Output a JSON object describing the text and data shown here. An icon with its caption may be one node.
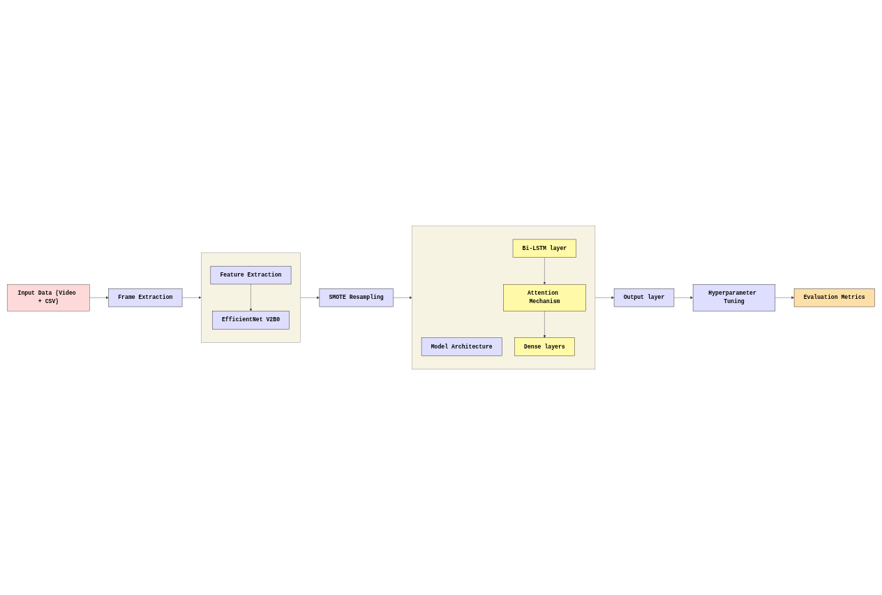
{
  "diagram": {
    "nodes": [
      {
        "text": [
          "Input Data (Video + CSV)"
        ]
      },
      {
        "text": [
          "Frame Extraction"
        ]
      },
      {
        "text": [],
        "shape": "box"
      },
      {
        "text": [
          "Feature Extraction"
        ],
        "in": 2
      },
      {
        "text": [
          "EfficientNet V2B0"
        ],
        "in": 2
      },
      {
        "text": [
          "SMOTE Resampling"
        ]
      },
      {
        "text": [],
        "shape": "box"
      },
      {
        "text": [
          "Model Architecture"
        ],
        "in": 6
      },
      {
        "text": [
          "Bi-LSTM layer"
        ],
        "in": 6
      },
      {
        "text": [
          "Attention Mechanism"
        ],
        "in": 6
      },
      {
        "text": [
          "Dense layers"
        ],
        "in": 6
      },
      {
        "text": [
          "Output layer"
        ]
      },
      {
        "text": [
          "Hyperparameter Tuning"
        ]
      },
      {
        "text": [
          "Evaluation Metrics"
        ]
      }
    ],
    "edges": [
      {
        "from": 0,
        "to": 1,
        "arrow": "to"
      },
      {
        "from": 1,
        "to": 2,
        "arrow": "to"
      },
      {
        "from": 3,
        "to": 4,
        "arrow": "to"
      },
      {
        "from": 2,
        "to": 5,
        "arrow": "to"
      },
      {
        "from": 5,
        "to": 6,
        "arrow": "to"
      },
      {
        "from": 8,
        "to": 9,
        "arrow": "to"
      },
      {
        "from": 9,
        "to": 10,
        "arrow": "to"
      },
      {
        "from": 6,
        "to": 11,
        "arrow": "to"
      },
      {
        "from": 11,
        "to": 12,
        "arrow": "to"
      },
      {
        "from": 12,
        "to": 13,
        "arrow": "to"
      }
    ]
  }
}
